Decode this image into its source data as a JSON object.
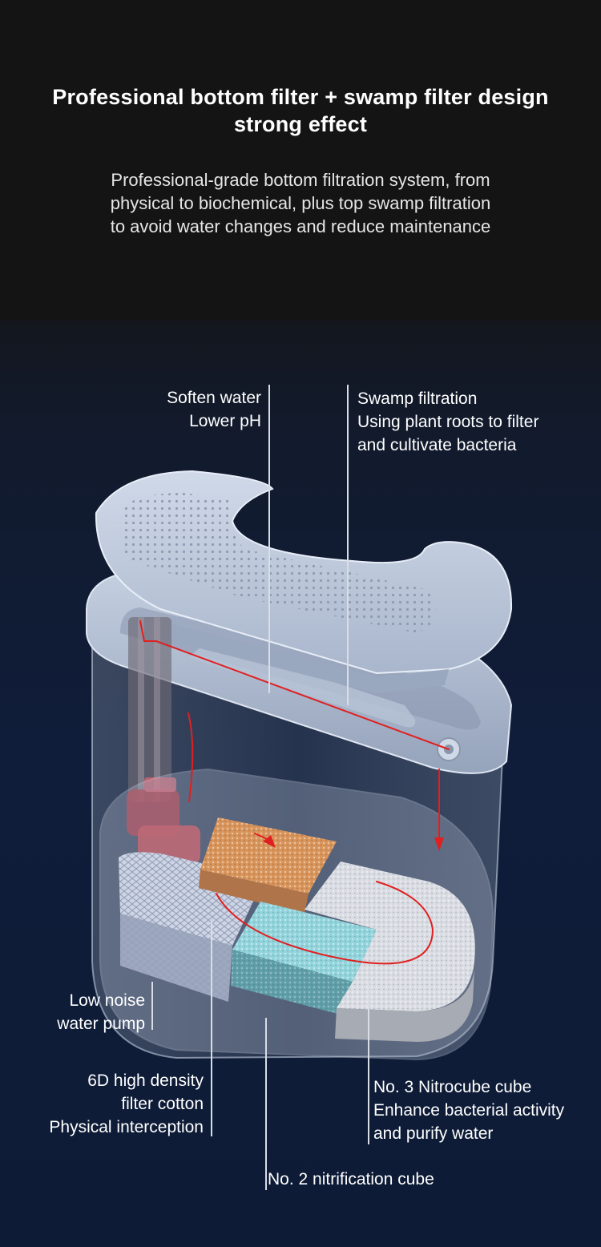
{
  "header": {
    "title_line1": "Professional bottom filter + swamp filter design",
    "title_line2": "strong effect",
    "subtitle_line1": "Professional-grade bottom filtration system, from",
    "subtitle_line2": "physical to biochemical, plus top swamp filtration",
    "subtitle_line3": "to avoid water changes and reduce maintenance"
  },
  "callouts": {
    "soften": {
      "line1": "Soften water",
      "line2": "Lower pH"
    },
    "swamp": {
      "line1": "Swamp filtration",
      "line2": "Using plant roots to filter",
      "line3": "and cultivate bacteria"
    },
    "pump": {
      "line1": "Low noise",
      "line2": "water pump"
    },
    "cotton": {
      "line1": "6D high density",
      "line2": "filter cotton",
      "line3": "Physical interception"
    },
    "nitrocube": {
      "line1": "No. 3 Nitrocube cube",
      "line2": "Enhance bacterial activity",
      "line3": "and purify water"
    },
    "nitrification": {
      "line1": "No. 2 nitrification cube"
    }
  },
  "colors": {
    "background_top": "#141414",
    "background_bottom": "#0d1b36",
    "housing": "#b8c4d8",
    "water_flow": "#e02020",
    "orange_media": "#d9935a",
    "cyan_media": "#8fd3dc",
    "white_media": "#d8dbe0",
    "cotton_media": "#cfd6e4"
  }
}
